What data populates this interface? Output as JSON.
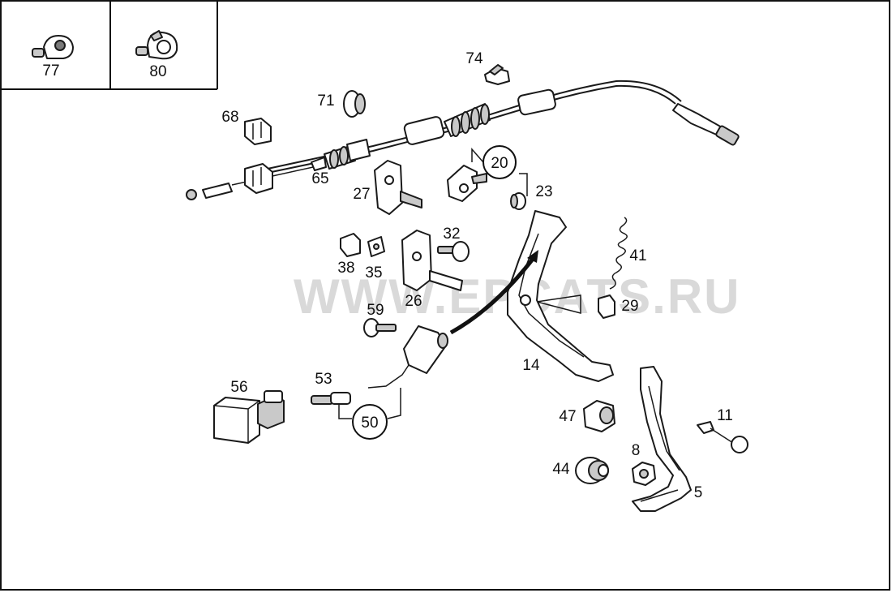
{
  "watermark": "WWW.EPCATS.RU",
  "inset_callouts": [
    "77",
    "80"
  ],
  "callouts": {
    "c74": "74",
    "c71": "71",
    "c68": "68",
    "c65": "65",
    "c20": "20",
    "c23": "23",
    "c27": "27",
    "c32": "32",
    "c41": "41",
    "c38": "38",
    "c35": "35",
    "c26": "26",
    "c29": "29",
    "c59": "59",
    "c14": "14",
    "c56": "56",
    "c53": "53",
    "c50": "50",
    "c47": "47",
    "c11": "11",
    "c8": "8",
    "c44": "44",
    "c5": "5"
  }
}
